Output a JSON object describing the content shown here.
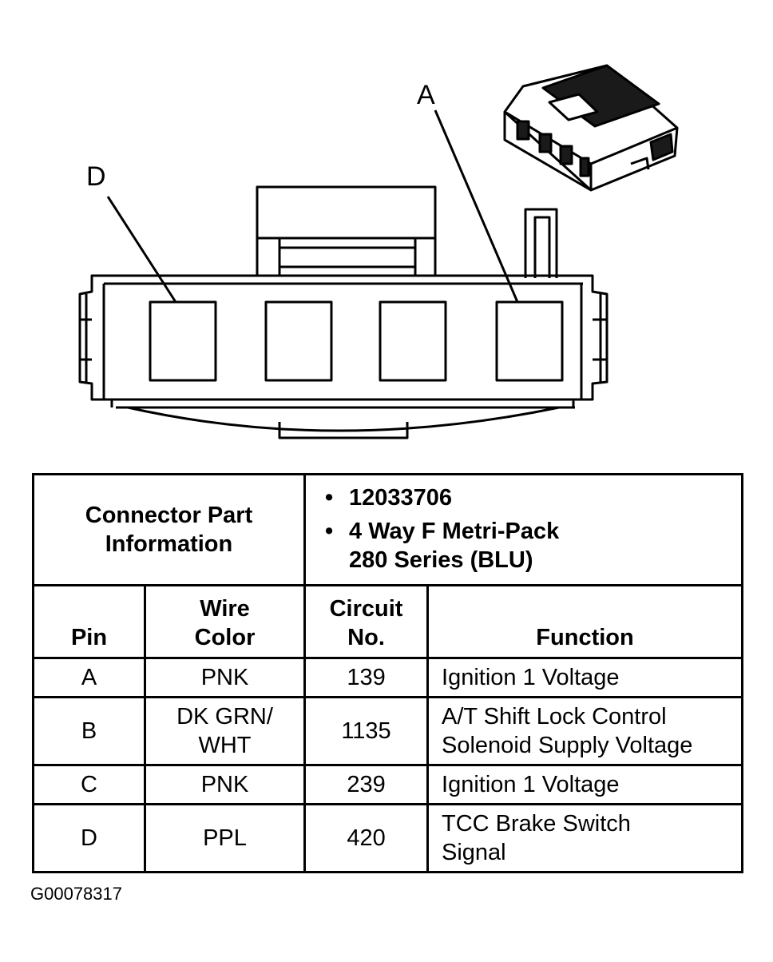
{
  "callouts": {
    "a": "A",
    "d": "D"
  },
  "info": {
    "label_line1": "Connector Part",
    "label_line2": "Information",
    "part_number": "12033706",
    "type_line1": "4 Way F Metri-Pack",
    "type_line2": "280 Series (BLU)"
  },
  "columns": {
    "pin": "Pin",
    "wire_color_line1": "Wire",
    "wire_color_line2": "Color",
    "circuit_line1": "Circuit",
    "circuit_line2": "No.",
    "function": "Function"
  },
  "rows": [
    {
      "pin": "A",
      "color_line1": "PNK",
      "color_line2": "",
      "circuit": "139",
      "function_line1": "Ignition 1 Voltage",
      "function_line2": ""
    },
    {
      "pin": "B",
      "color_line1": "DK GRN/",
      "color_line2": "WHT",
      "circuit": "1135",
      "function_line1": "A/T Shift Lock Control",
      "function_line2": "Solenoid Supply Voltage"
    },
    {
      "pin": "C",
      "color_line1": "PNK",
      "color_line2": "",
      "circuit": "239",
      "function_line1": "Ignition 1 Voltage",
      "function_line2": ""
    },
    {
      "pin": "D",
      "color_line1": "PPL",
      "color_line2": "",
      "circuit": "420",
      "function_line1": "TCC Brake Switch",
      "function_line2": "Signal"
    }
  ],
  "figure_id": "G00078317"
}
